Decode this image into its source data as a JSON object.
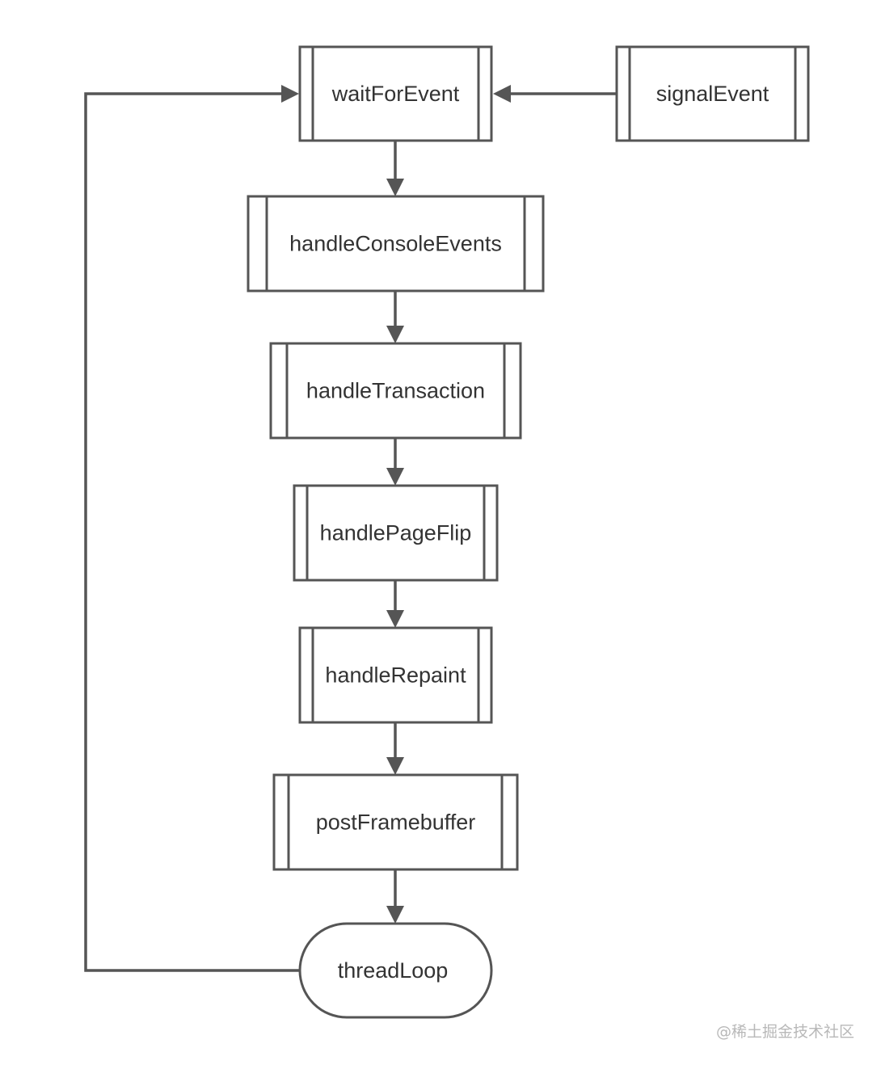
{
  "nodes": [
    {
      "id": "waitForEvent",
      "label": "waitForEvent",
      "shape": "process"
    },
    {
      "id": "signalEvent",
      "label": "signalEvent",
      "shape": "process"
    },
    {
      "id": "handleConsoleEvents",
      "label": "handleConsoleEvents",
      "shape": "process"
    },
    {
      "id": "handleTransaction",
      "label": "handleTransaction",
      "shape": "process"
    },
    {
      "id": "handlePageFlip",
      "label": "handlePageFlip",
      "shape": "process"
    },
    {
      "id": "handleRepaint",
      "label": "handleRepaint",
      "shape": "process"
    },
    {
      "id": "postFramebuffer",
      "label": "postFramebuffer",
      "shape": "process"
    },
    {
      "id": "threadLoop",
      "label": "threadLoop",
      "shape": "terminator"
    }
  ],
  "edges": [
    {
      "from": "signalEvent",
      "to": "waitForEvent"
    },
    {
      "from": "waitForEvent",
      "to": "handleConsoleEvents"
    },
    {
      "from": "handleConsoleEvents",
      "to": "handleTransaction"
    },
    {
      "from": "handleTransaction",
      "to": "handlePageFlip"
    },
    {
      "from": "handlePageFlip",
      "to": "handleRepaint"
    },
    {
      "from": "handleRepaint",
      "to": "postFramebuffer"
    },
    {
      "from": "postFramebuffer",
      "to": "threadLoop"
    },
    {
      "from": "threadLoop",
      "to": "waitForEvent"
    }
  ],
  "watermark": "@稀土掘金技术社区",
  "colors": {
    "stroke": "#555555",
    "text": "#333333",
    "background": "#ffffff",
    "watermark": "#b8b8b8"
  }
}
